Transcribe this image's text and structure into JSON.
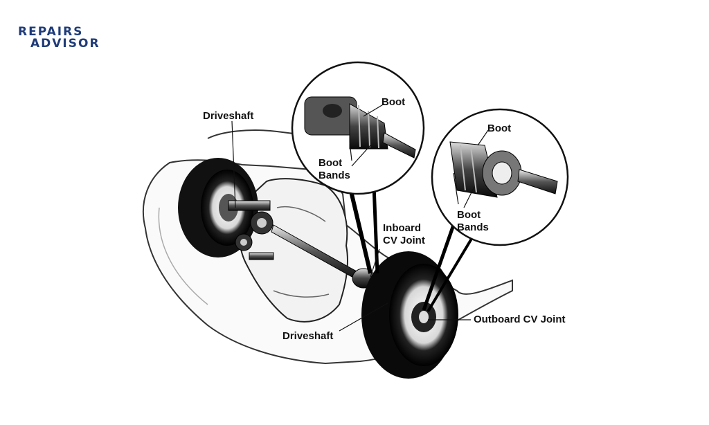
{
  "logo": {
    "line1": "REPAIRS",
    "line2": "ADVISOR",
    "color": "#1f3c78",
    "accent": "#f2a81d"
  },
  "labels": {
    "driveshaft_top": "Driveshaft",
    "driveshaft_bottom": "Driveshaft",
    "boot_inboard": "Boot",
    "boot_bands_inboard_1": "Boot",
    "boot_bands_inboard_2": "Bands",
    "boot_outboard": "Boot",
    "boot_bands_outboard_1": "Boot",
    "boot_bands_outboard_2": "Bands",
    "inboard_cv_1": "Inboard",
    "inboard_cv_2": "CV Joint",
    "outboard_cv": "Outboard CV Joint"
  }
}
